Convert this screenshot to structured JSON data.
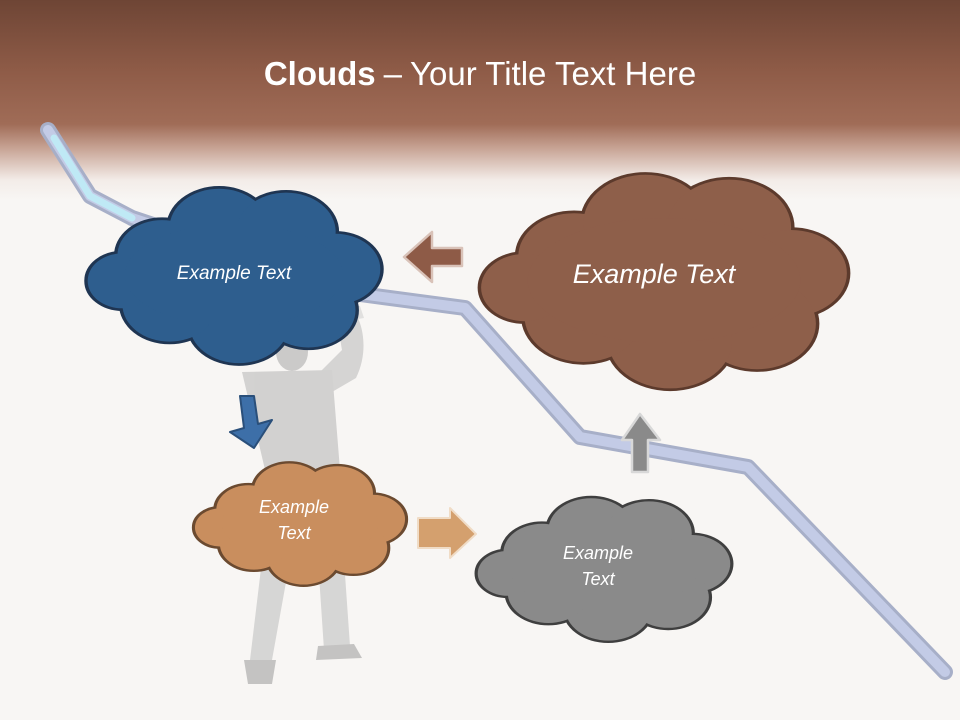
{
  "title": {
    "bold": "Clouds",
    "dash": "–",
    "rest": "Your Title Text Here"
  },
  "colors": {
    "header": "#8e5b47",
    "blue": "#2e5e8e",
    "brown": "#8e5f4a",
    "tan": "#c98e5e",
    "gray": "#8a8a8a",
    "path": "#b6bfdd"
  },
  "clouds": [
    {
      "id": "blue",
      "text": "Example Text"
    },
    {
      "id": "brown",
      "text": "Example Text"
    },
    {
      "id": "tan",
      "line1": "Example",
      "line2": "Text"
    },
    {
      "id": "gray",
      "line1": "Example",
      "line2": "Text"
    }
  ],
  "arrows": [
    {
      "id": "arrow-left",
      "direction": "left",
      "color": "#8e5b47"
    },
    {
      "id": "arrow-down",
      "direction": "down-left",
      "color": "#2e5e8e"
    },
    {
      "id": "arrow-right",
      "direction": "right",
      "color": "#d4a06e"
    },
    {
      "id": "arrow-up",
      "direction": "up",
      "color": "#8a8a8a"
    }
  ]
}
